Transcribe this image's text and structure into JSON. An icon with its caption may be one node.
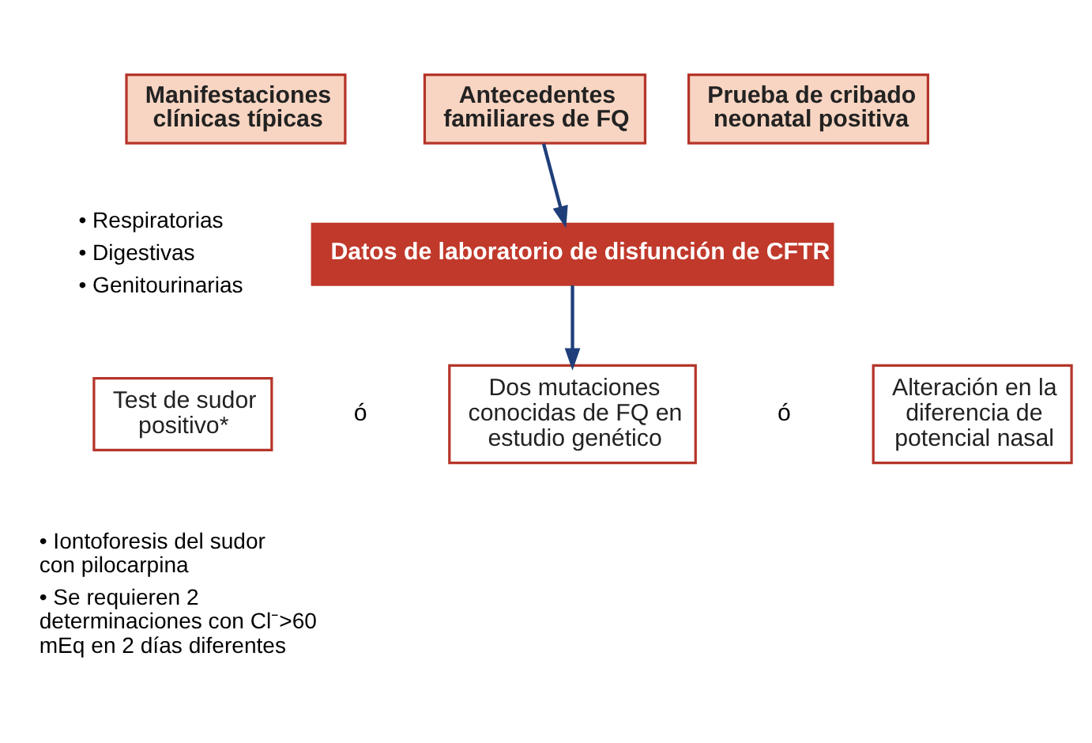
{
  "diagram": {
    "nodes": [
      {
        "text": [
          "Manifestaciones clínicas típicas"
        ],
        "beside": [
          "• Respiratorias",
          "• Digestivas",
          "• Genitourinarias"
        ]
      },
      {
        "text": [
          "Antecedentes familiares de FQ"
        ]
      },
      {
        "text": [
          "Prueba de cribado neonatal positiva"
        ]
      },
      {
        "text": [
          "Datos de laboratorio de disfunción de CFTR"
        ]
      },
      {
        "text": [
          "Test de sudor positivo*"
        ],
        "beside": [
          "• Iontoforesis del sudor con pilocarpina",
          "• Se requieren 2 determinaciones con Cl⁻>60 mEq en 2 días diferentes"
        ]
      },
      {
        "text": [
          "Dos mutaciones conocidas de FQ en estudio genético"
        ]
      },
      {
        "text": [
          "Alteración en la diferencia de potencial nasal"
        ]
      }
    ],
    "edges": [
      {
        "from": 1,
        "to": 3,
        "arrow": "to"
      },
      {
        "from": 3,
        "to": 5,
        "arrow": "to"
      }
    ],
    "labels": [
      "ó",
      "ó"
    ]
  }
}
